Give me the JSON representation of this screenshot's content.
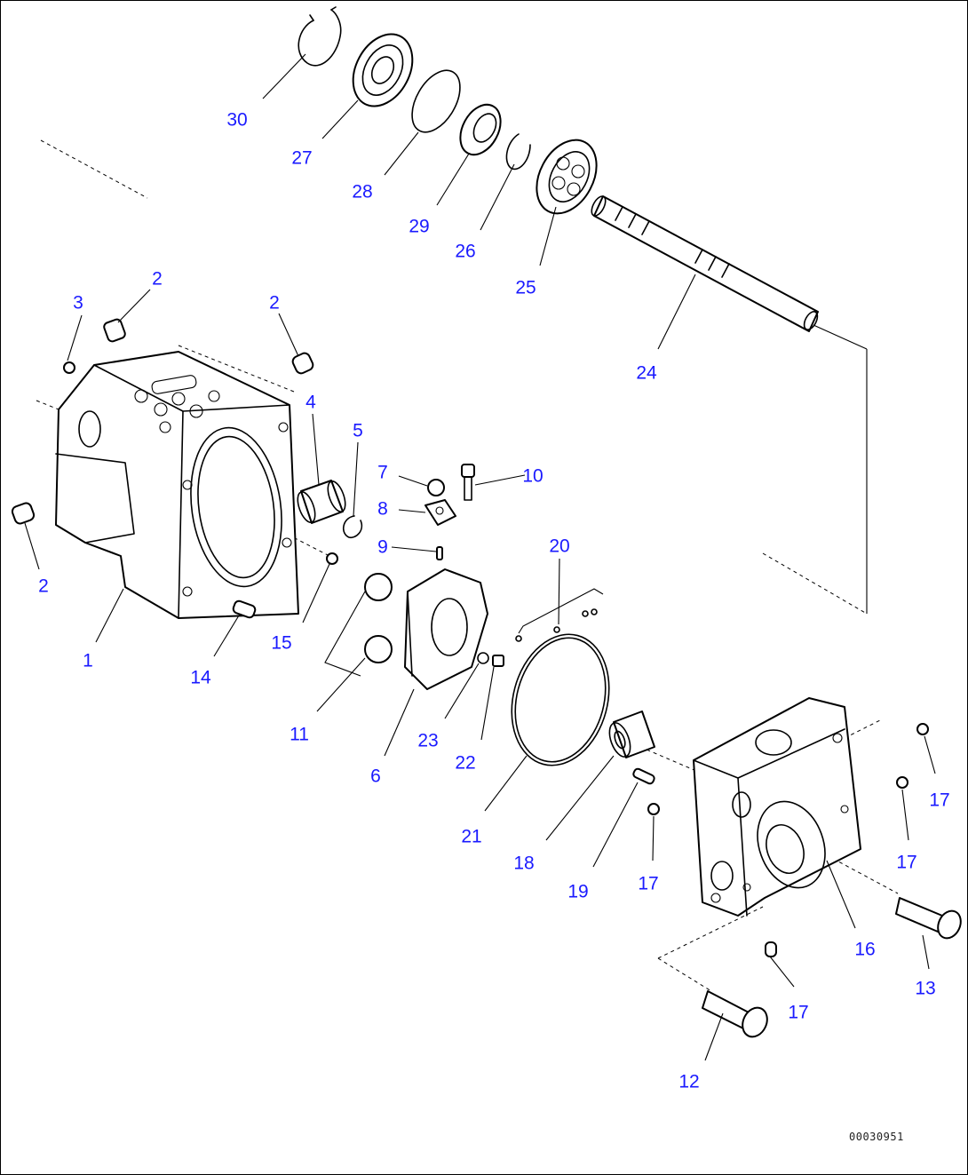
{
  "diagram": {
    "callouts": [
      {
        "id": "c30",
        "label": "30"
      },
      {
        "id": "c27",
        "label": "27"
      },
      {
        "id": "c28",
        "label": "28"
      },
      {
        "id": "c29",
        "label": "29"
      },
      {
        "id": "c26",
        "label": "26"
      },
      {
        "id": "c25",
        "label": "25"
      },
      {
        "id": "c24",
        "label": "24"
      },
      {
        "id": "c3",
        "label": "3"
      },
      {
        "id": "c2a",
        "label": "2"
      },
      {
        "id": "c2b",
        "label": "2"
      },
      {
        "id": "c2c",
        "label": "2"
      },
      {
        "id": "c4",
        "label": "4"
      },
      {
        "id": "c5",
        "label": "5"
      },
      {
        "id": "c7",
        "label": "7"
      },
      {
        "id": "c10",
        "label": "10"
      },
      {
        "id": "c8",
        "label": "8"
      },
      {
        "id": "c9",
        "label": "9"
      },
      {
        "id": "c20",
        "label": "20"
      },
      {
        "id": "c15",
        "label": "15"
      },
      {
        "id": "c1",
        "label": "1"
      },
      {
        "id": "c14",
        "label": "14"
      },
      {
        "id": "c11",
        "label": "11"
      },
      {
        "id": "c6",
        "label": "6"
      },
      {
        "id": "c23",
        "label": "23"
      },
      {
        "id": "c22",
        "label": "22"
      },
      {
        "id": "c21",
        "label": "21"
      },
      {
        "id": "c18",
        "label": "18"
      },
      {
        "id": "c19",
        "label": "19"
      },
      {
        "id": "c17a",
        "label": "17"
      },
      {
        "id": "c17b",
        "label": "17"
      },
      {
        "id": "c17c",
        "label": "17"
      },
      {
        "id": "c17d",
        "label": "17"
      },
      {
        "id": "c16",
        "label": "16"
      },
      {
        "id": "c13",
        "label": "13"
      },
      {
        "id": "c12",
        "label": "12"
      }
    ],
    "drawing_code": "00030951",
    "colors": {
      "callout": "#1a1aff",
      "line": "#000000",
      "background": "#ffffff"
    }
  }
}
